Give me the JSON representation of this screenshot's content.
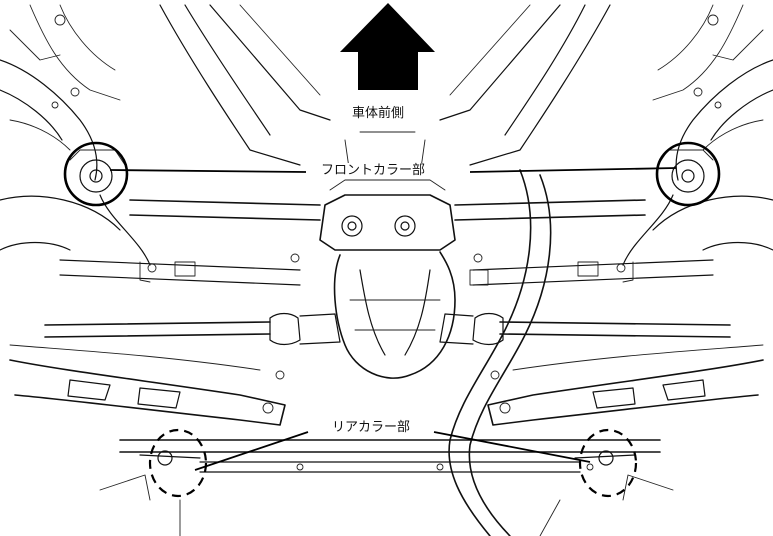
{
  "labels": {
    "front_direction": "車体前側",
    "front_collar": "フロントカラー部",
    "rear_collar": "リアカラー部"
  },
  "icons": {
    "direction_arrow": "up-arrow-icon"
  },
  "colors": {
    "line": "#111111",
    "arrow": "#000000",
    "background": "#ffffff"
  }
}
